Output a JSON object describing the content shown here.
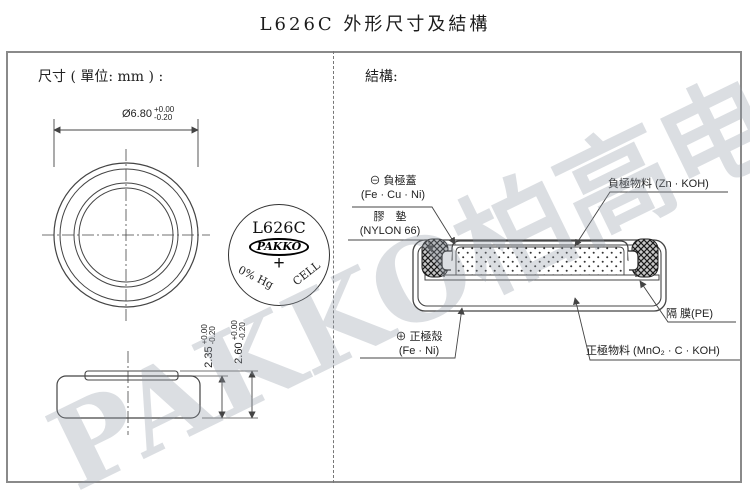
{
  "title": "L626C  外形尺寸及結構",
  "watermark": "PAKKO柏高电池",
  "left_panel": {
    "header": "尺寸 ( 單位: mm ) :",
    "diameter": {
      "value": "Ø6.80",
      "tol_plus": "+0.00",
      "tol_minus": "-0.20"
    },
    "height_shoulder": {
      "value": "2.35",
      "tol_plus": "+0.00",
      "tol_minus": "-0.20"
    },
    "height_total": {
      "value": "2.60",
      "tol_plus": "+0.00",
      "tol_minus": "-0.20"
    },
    "battery_face": {
      "model": "L626C",
      "brand_logo": "PAKKO",
      "polarity": "+",
      "mercury_note": "0% Hg",
      "cell_text": "CELL"
    }
  },
  "right_panel": {
    "header": "結構:",
    "labels": {
      "negative_cap": {
        "symbol": "⊖",
        "name": "負極蓋",
        "material": "(Fe · Cu · Ni)"
      },
      "gasket": {
        "name": "膠　墊",
        "material": "(NYLON  66)"
      },
      "negative_material": {
        "name": "負極物料 (Zn · KOH)"
      },
      "separator": {
        "name": "隔 膜(PE)"
      },
      "positive_material": {
        "name": "正極物料 (MnO₂ · C · KOH)"
      },
      "positive_case": {
        "symbol": "⊕",
        "name": "正極殼",
        "material": "(Fe · Ni)"
      }
    }
  },
  "colors": {
    "line": "#444444",
    "frame": "#8a8a8a",
    "watermark": "rgba(145,155,168,0.33)",
    "hatch_bg": "#c8c8c8",
    "hatch_line": "#1a1a1a"
  }
}
